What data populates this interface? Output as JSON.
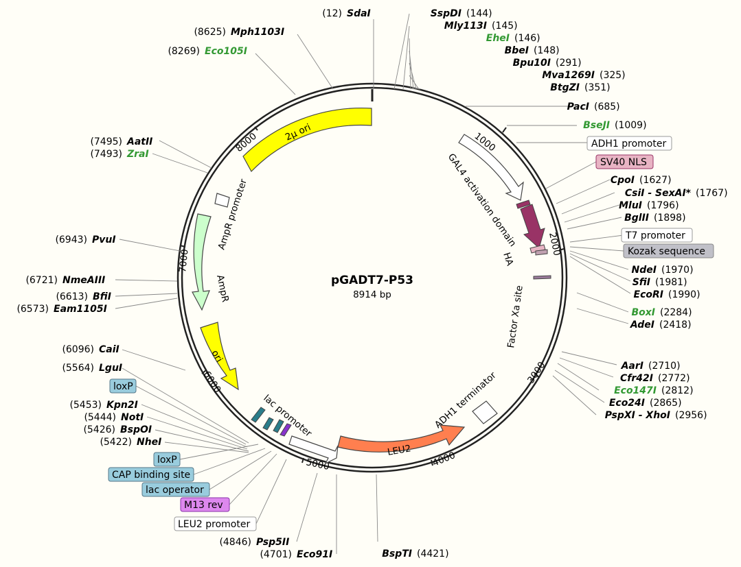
{
  "plasmid": {
    "name": "pGADT7-P53",
    "size": "8914 bp"
  },
  "colors": {
    "green_enzyme": "#339933",
    "yellow": "#ffff00",
    "leu2": "#ff7f4f",
    "ampr": "#ccffcc",
    "nls": "#993366",
    "loxp": "#99ccdd",
    "m13": "#dd88ee",
    "kozak": "#c0c0c8"
  },
  "enzymes_right": [
    {
      "pos": "(144)",
      "name": "SspDI",
      "color": "#000000"
    },
    {
      "pos": "(145)",
      "name": "Mly113I",
      "color": "#000000"
    },
    {
      "pos": "(146)",
      "name": "EheI",
      "color": "#339933"
    },
    {
      "pos": "(148)",
      "name": "BbeI",
      "color": "#000000"
    },
    {
      "pos": "(291)",
      "name": "Bpu10I",
      "color": "#000000"
    },
    {
      "pos": "(325)",
      "name": "Mva1269I",
      "color": "#000000"
    },
    {
      "pos": "(351)",
      "name": "BtgZI",
      "color": "#000000"
    },
    {
      "pos": "(685)",
      "name": "PacI",
      "color": "#000000"
    },
    {
      "pos": "(1009)",
      "name": "BseJI",
      "color": "#339933"
    },
    {
      "pos": "(1627)",
      "name": "CpoI",
      "color": "#000000"
    },
    {
      "pos": "(1767)",
      "name": "CsiI - SexAI*",
      "color": "#000000"
    },
    {
      "pos": "(1796)",
      "name": "MluI",
      "color": "#000000"
    },
    {
      "pos": "(1898)",
      "name": "BglII",
      "color": "#000000"
    },
    {
      "pos": "(1970)",
      "name": "NdeI",
      "color": "#000000"
    },
    {
      "pos": "(1981)",
      "name": "SfiI",
      "color": "#000000"
    },
    {
      "pos": "(1990)",
      "name": "EcoRI",
      "color": "#000000"
    },
    {
      "pos": "(2284)",
      "name": "BoxI",
      "color": "#339933"
    },
    {
      "pos": "(2418)",
      "name": "AdeI",
      "color": "#000000"
    },
    {
      "pos": "(2710)",
      "name": "AarI",
      "color": "#000000"
    },
    {
      "pos": "(2772)",
      "name": "Cfr42I",
      "color": "#000000"
    },
    {
      "pos": "(2812)",
      "name": "Eco147I",
      "color": "#339933"
    },
    {
      "pos": "(2865)",
      "name": "Eco24I",
      "color": "#000000"
    },
    {
      "pos": "(2956)",
      "name": "PspXI - XhoI",
      "color": "#000000"
    },
    {
      "pos": "(4421)",
      "name": "BspTI",
      "color": "#000000"
    }
  ],
  "enzymes_left": [
    {
      "pos": "(12)",
      "name": "SdaI",
      "color": "#000000"
    },
    {
      "pos": "(8625)",
      "name": "Mph1103I",
      "color": "#000000"
    },
    {
      "pos": "(8269)",
      "name": "Eco105I",
      "color": "#339933"
    },
    {
      "pos": "(7495)",
      "name": "AatII",
      "color": "#000000"
    },
    {
      "pos": "(7493)",
      "name": "ZraI",
      "color": "#339933"
    },
    {
      "pos": "(6943)",
      "name": "PvuI",
      "color": "#000000"
    },
    {
      "pos": "(6721)",
      "name": "NmeAIII",
      "color": "#000000"
    },
    {
      "pos": "(6613)",
      "name": "BfiI",
      "color": "#000000"
    },
    {
      "pos": "(6573)",
      "name": "Eam1105I",
      "color": "#000000"
    },
    {
      "pos": "(6096)",
      "name": "CaiI",
      "color": "#000000"
    },
    {
      "pos": "(5564)",
      "name": "LguI",
      "color": "#000000"
    },
    {
      "pos": "(5453)",
      "name": "Kpn2I",
      "color": "#000000"
    },
    {
      "pos": "(5444)",
      "name": "NotI",
      "color": "#000000"
    },
    {
      "pos": "(5426)",
      "name": "BspOI",
      "color": "#000000"
    },
    {
      "pos": "(5422)",
      "name": "NheI",
      "color": "#000000"
    },
    {
      "pos": "(4846)",
      "name": "Psp5II",
      "color": "#000000"
    },
    {
      "pos": "(4701)",
      "name": "Eco91I",
      "color": "#000000"
    }
  ],
  "feature_boxes": [
    {
      "label": "ADH1 promoter",
      "fill": "#ffffff"
    },
    {
      "label": "SV40 NLS",
      "fill": "#e8b4c4"
    },
    {
      "label": "T7 promoter",
      "fill": "#ffffff"
    },
    {
      "label": "Kozak sequence",
      "fill": "#c0c0c8"
    },
    {
      "label": "loxP",
      "fill": "#99ccdd"
    },
    {
      "label": "loxP",
      "fill": "#99ccdd"
    },
    {
      "label": "CAP binding site",
      "fill": "#99ccdd"
    },
    {
      "label": "lac operator",
      "fill": "#99ccdd"
    },
    {
      "label": "M13 rev",
      "fill": "#dd88ee"
    },
    {
      "label": "LEU2 promoter",
      "fill": "#ffffff"
    }
  ],
  "arc_labels": {
    "ori2mu": "2µ ori",
    "gal4": "GAL4 activation domain",
    "ha": "HA",
    "factor_xa": "Factor Xa site",
    "adh1_term": "ADH1 terminator",
    "leu2": "LEU2",
    "lac_promoter": "lac promoter",
    "ori": "ori",
    "ampr": "AmpR",
    "ampr_promoter": "AmpR promoter"
  },
  "ticks": [
    "1000",
    "2000",
    "3000",
    "4000",
    "5000",
    "6000",
    "7000",
    "8000"
  ]
}
